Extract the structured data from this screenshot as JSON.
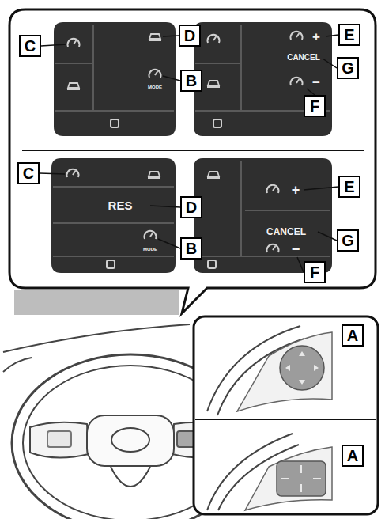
{
  "diagram": {
    "labels": [
      "C",
      "D",
      "B",
      "E",
      "G",
      "F",
      "C",
      "D",
      "B",
      "E",
      "G",
      "F",
      "A",
      "A",
      "RES",
      "CANCEL",
      "CANCEL",
      "MODE",
      "MODE",
      "+",
      "−",
      "+",
      "−"
    ]
  }
}
